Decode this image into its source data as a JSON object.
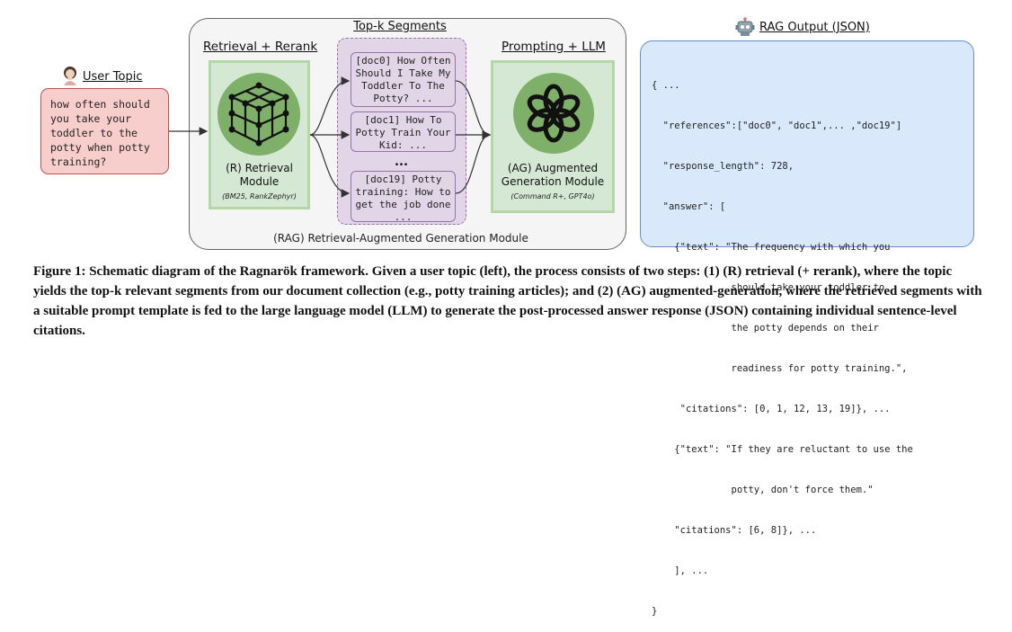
{
  "user_topic": {
    "title": "User Topic",
    "text": "how often should\nyou take your\ntoddler to the\npotty when potty\ntraining?"
  },
  "rag_module": {
    "label": "(RAG) Retrieval-Augmented Generation Module",
    "retrieval": {
      "title": "Retrieval + Rerank",
      "name": "(R) Retrieval\nModule",
      "models": "(BM25, RankZephyr)"
    },
    "segments": {
      "title": "Top-k Segments",
      "docs": [
        "[doc0] How Often\nShould I Take My\nToddler To The\nPotty? ...",
        "[doc1] How To\nPotty Train Your\nKid: ...",
        "[doc19] Potty\ntraining: How to\nget the job done\n..."
      ],
      "ellipsis": "..."
    },
    "generation": {
      "title": "Prompting + LLM",
      "name": "(AG) Augmented\nGeneration Module",
      "models": "(Command R+, GPT4o)"
    }
  },
  "output": {
    "title": "RAG Output (JSON)",
    "lines": [
      "{ ...",
      "  \"references\":[\"doc0\", \"doc1\",... ,\"doc19\"]",
      "  \"response_length\": 728,",
      "  \"answer\": [",
      "    {\"text\": \"The frequency with which you",
      "              should take your toddler to",
      "              the potty depends on their",
      "              readiness for potty training.\",",
      "     \"citations\": [0, 1, 12, 13, 19]}, ...",
      "    {\"text\": \"If they are reluctant to use the",
      "              potty, don't force them.\"",
      "    \"citations\": [6, 8]}, ...",
      "    ], ...",
      "}"
    ]
  },
  "caption": {
    "label": "Figure 1:",
    "text": " Schematic diagram of the Ragnarök framework. Given a user topic (left), the process consists of two steps: (1) (R) retrieval (+ rerank), where the topic yields the top-k relevant segments from our document collection (e.g., potty training articles); and (2) (AG) augmented-generation, where the retrieved segments with a suitable prompt template is fed to the large language model (LLM) to generate the post-processed answer response (JSON) containing individual sentence-level citations."
  }
}
